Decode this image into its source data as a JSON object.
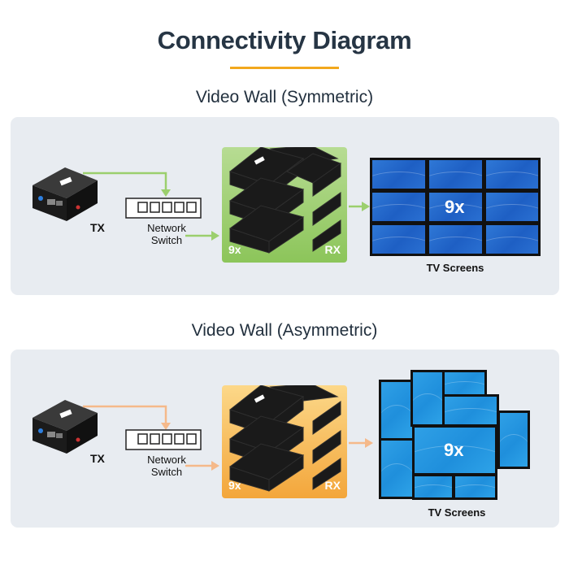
{
  "title": "Connectivity Diagram",
  "sections": [
    {
      "heading": "Video Wall (Symmetric)",
      "tx_label": "TX",
      "switch_label_line1": "Network",
      "switch_label_line2": "Switch",
      "rx_count": "9x",
      "rx_label": "RX",
      "wall_count": "9x",
      "screens_label": "TV Screens",
      "accent_color": "#9bcf6d"
    },
    {
      "heading": "Video Wall (Asymmetric)",
      "tx_label": "TX",
      "switch_label_line1": "Network",
      "switch_label_line2": "Switch",
      "rx_count": "9x",
      "rx_label": "RX",
      "wall_count": "9x",
      "screens_label": "TV Screens",
      "accent_color": "#f5b24a"
    }
  ],
  "icons": [
    "tx-device-icon",
    "network-switch-icon",
    "rx-device-icon",
    "arrow-icon"
  ]
}
